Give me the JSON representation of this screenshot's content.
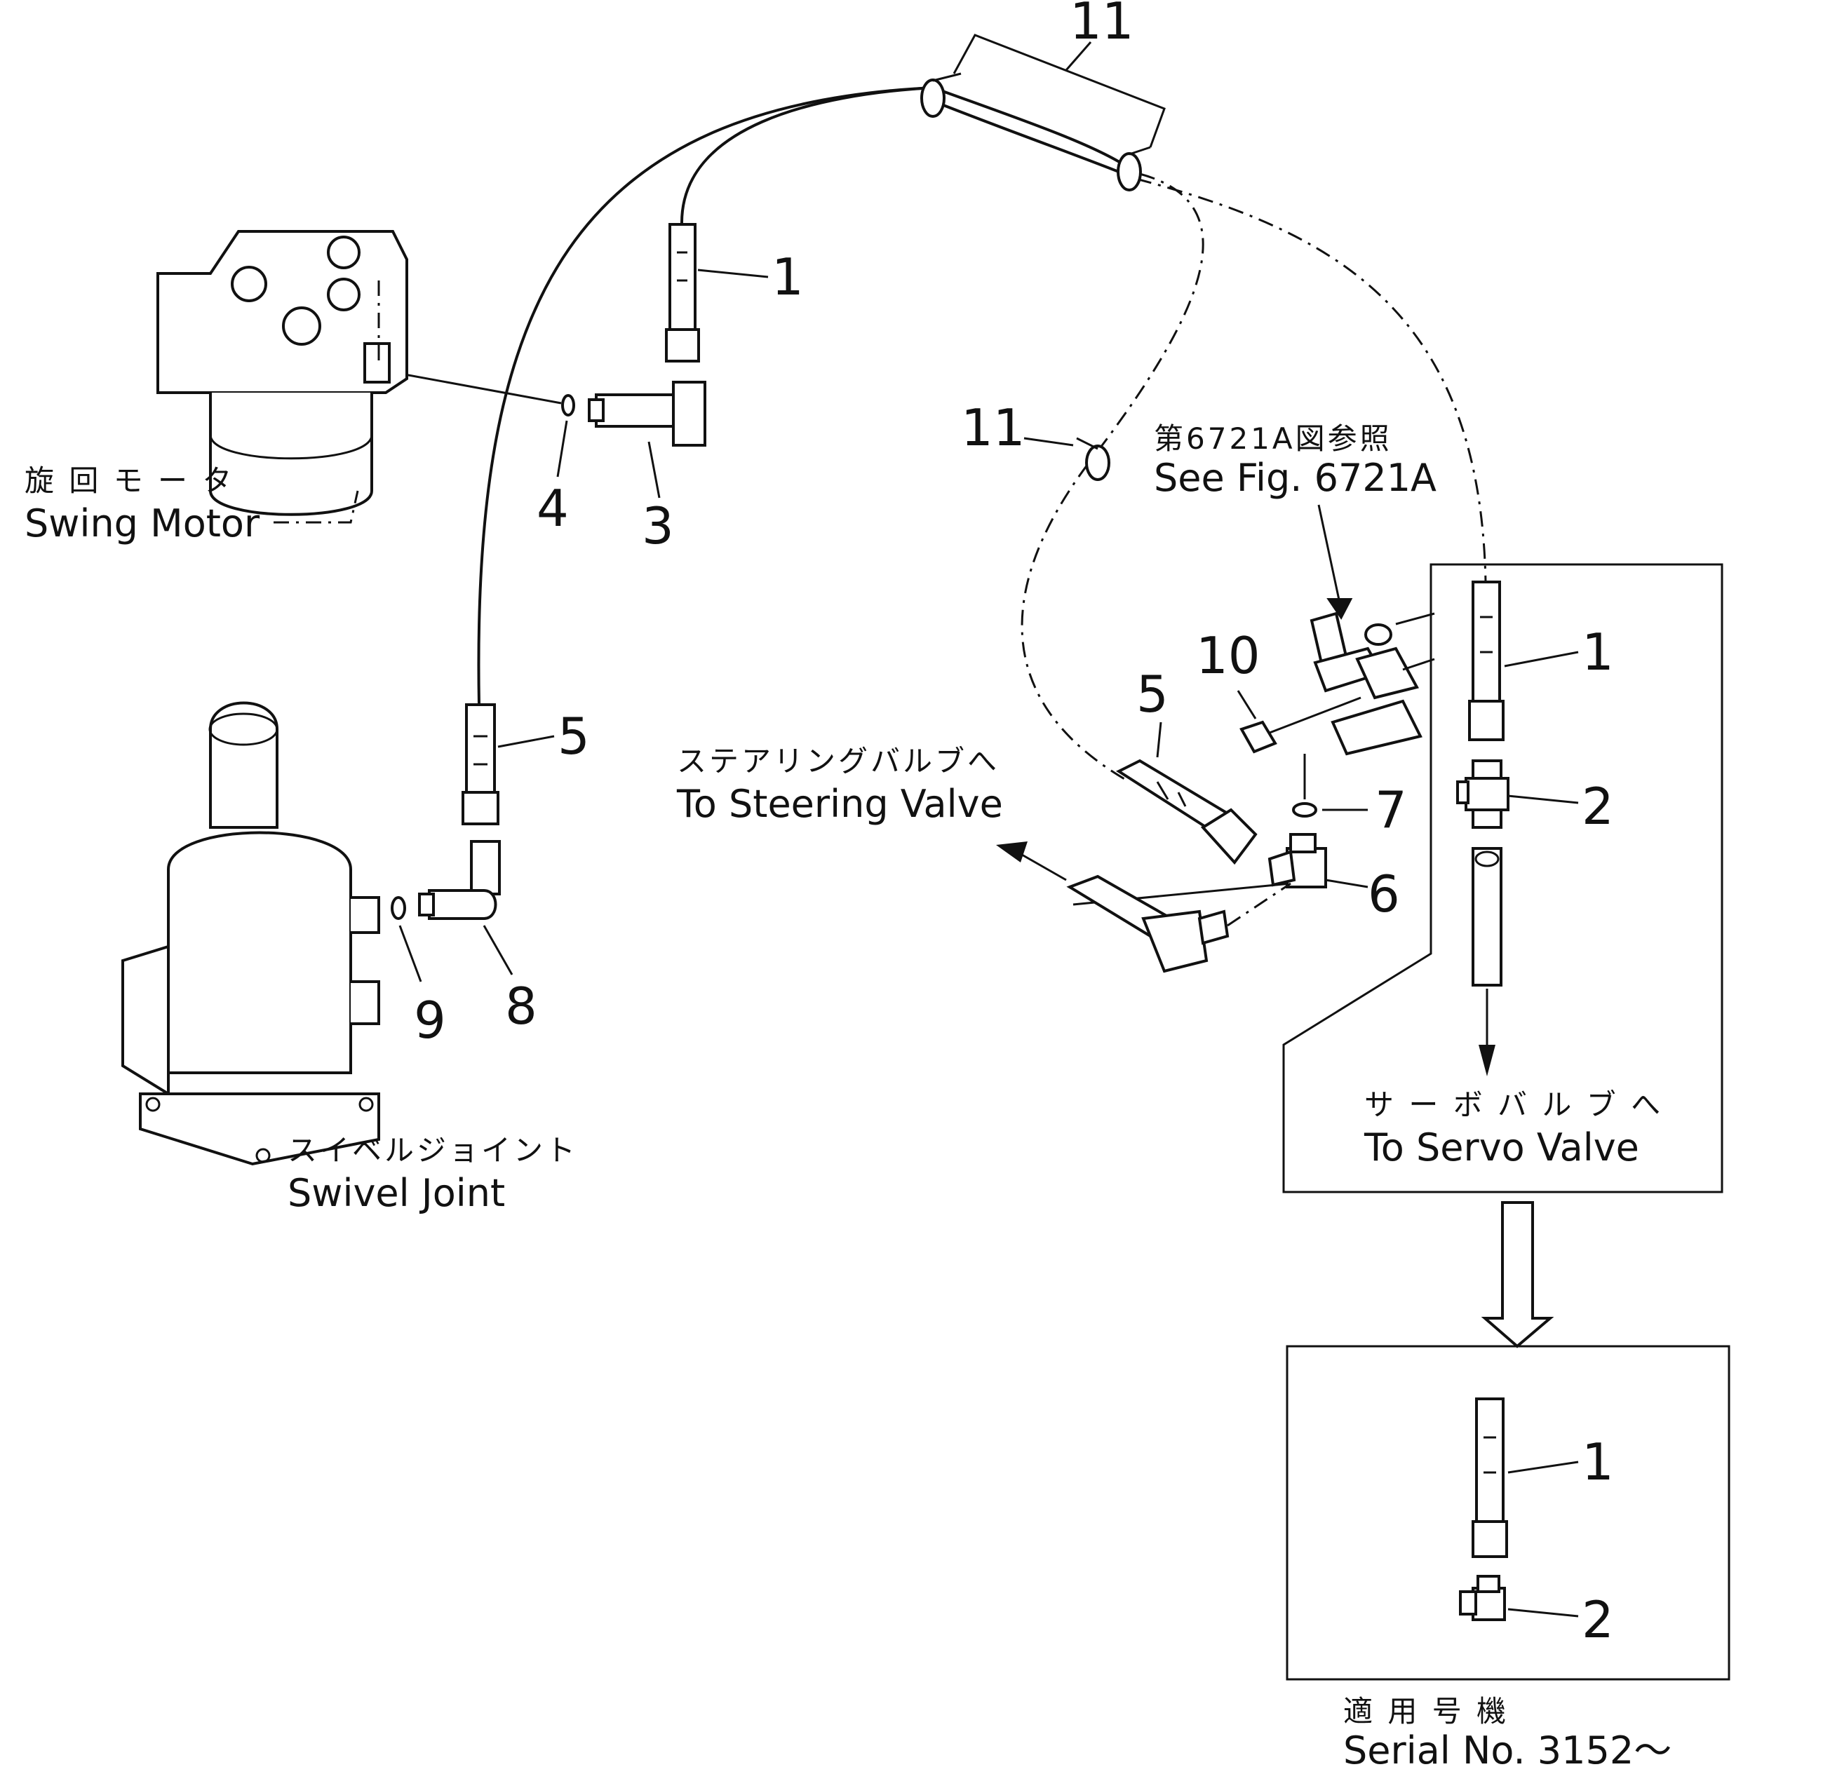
{
  "components": {
    "swing_motor": {
      "label_jp": "旋 回 モ ー タ",
      "label_en": "Swing Motor"
    },
    "swivel_joint": {
      "label_jp": "スイベルジョイント",
      "label_en": "Swivel Joint"
    }
  },
  "references": {
    "fig_ref_jp": "第6721A図参照",
    "fig_ref_en": "See Fig. 6721A",
    "steering_jp": "ステアリングバルブへ",
    "steering_en": "To Steering Valve",
    "servo_jp": "サ ー ボ バ ル ブ へ",
    "servo_en": "To Servo Valve",
    "serial_jp": "適 用 号 機",
    "serial_en": "Serial No. 3152～"
  },
  "callouts": {
    "hose_top": "1",
    "connector_3": "3",
    "oring_4": "4",
    "hose_5_left": "5",
    "elbow_8": "8",
    "oring_9": "9",
    "clamp_11_top": "11",
    "clamp_11_mid": "11",
    "plug_10": "10",
    "hose_5_right": "5",
    "oring_7": "7",
    "elbow_6": "6",
    "hose_1_box": "1",
    "tee_2_box": "2",
    "hose_1_serial": "1",
    "elbow_2_serial": "2"
  }
}
